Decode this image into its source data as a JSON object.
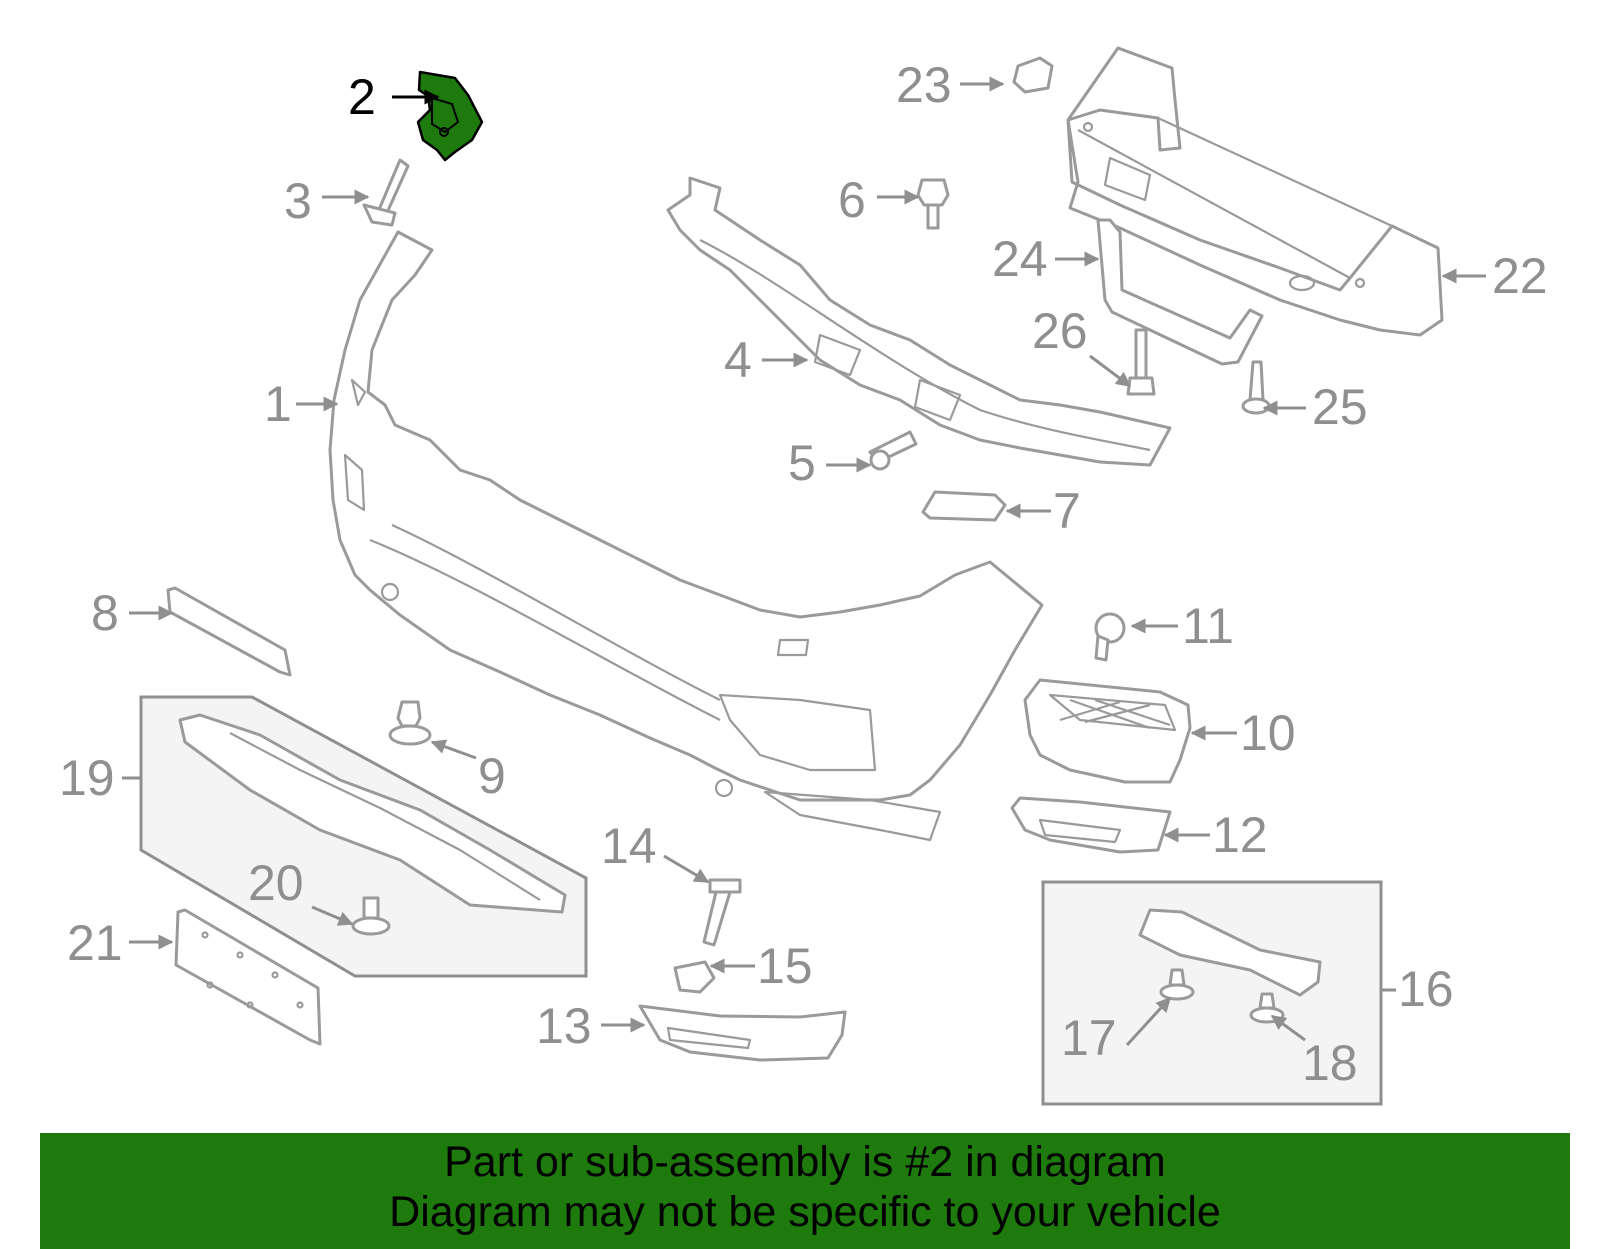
{
  "highlight_color": "#1e7a0c",
  "callouts": {
    "c1": "1",
    "c2": "2",
    "c3": "3",
    "c4": "4",
    "c5": "5",
    "c6": "6",
    "c7": "7",
    "c8": "8",
    "c9": "9",
    "c10": "10",
    "c11": "11",
    "c12": "12",
    "c13": "13",
    "c14": "14",
    "c15": "15",
    "c16": "16",
    "c17": "17",
    "c18": "18",
    "c19": "19",
    "c20": "20",
    "c21": "21",
    "c22": "22",
    "c23": "23",
    "c24": "24",
    "c25": "25",
    "c26": "26"
  },
  "banner": {
    "line1": "Part or sub-assembly is #2 in diagram",
    "line2": "Diagram may not be specific to your vehicle"
  }
}
